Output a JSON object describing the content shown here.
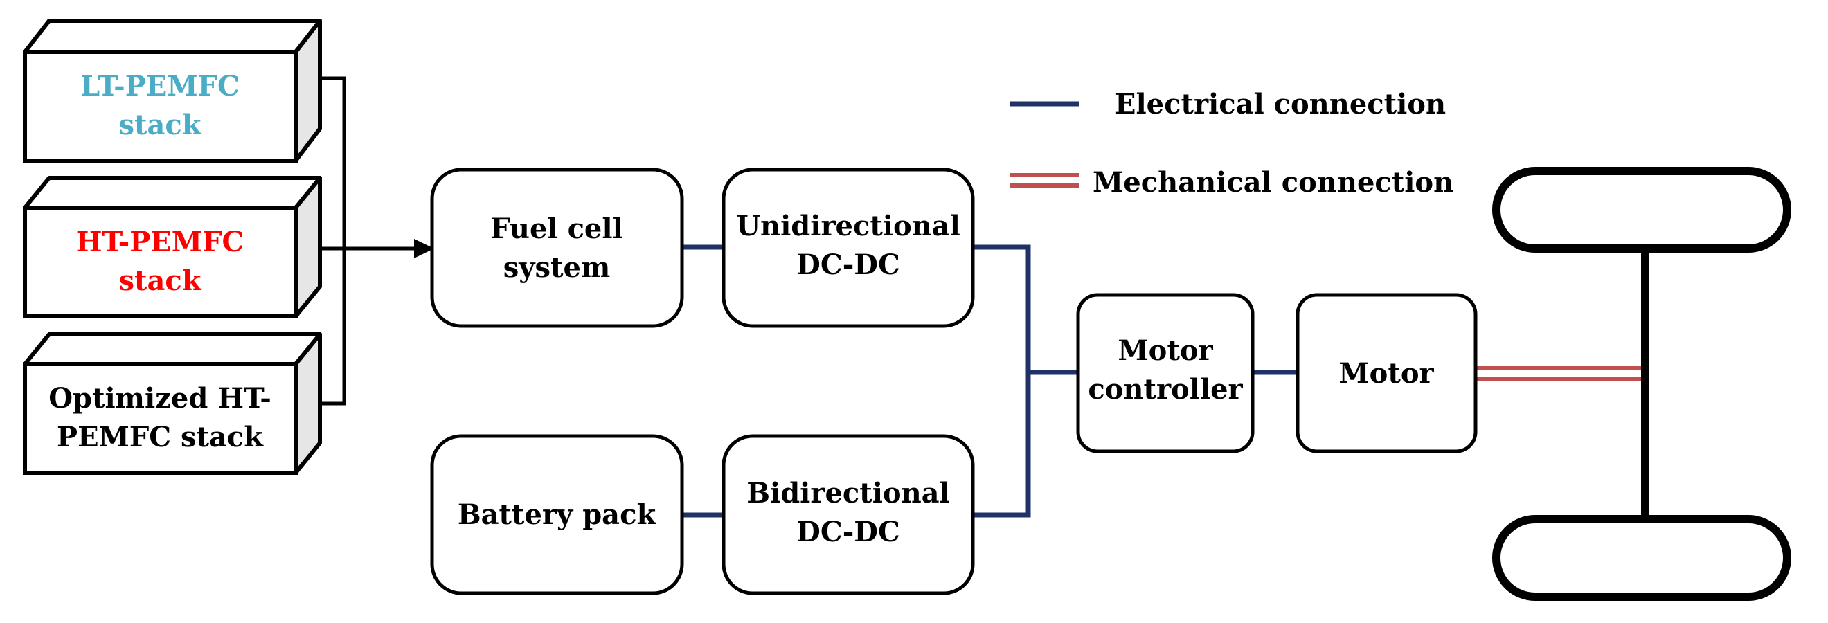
{
  "stacks": [
    {
      "line1": "LT-PEMFC",
      "line2": "stack",
      "color": "#4bacc6"
    },
    {
      "line1": "HT-PEMFC",
      "line2": "stack",
      "color": "#ff0000"
    },
    {
      "line1": "Optimized HT-",
      "line2": "PEMFC stack",
      "color": "#000000"
    }
  ],
  "blocks": {
    "fuel_cell": {
      "line1": "Fuel cell",
      "line2": "system"
    },
    "uni_dcdc": {
      "line1": "Unidirectional",
      "line2": "DC-DC"
    },
    "battery": {
      "line1": "Battery pack"
    },
    "bi_dcdc": {
      "line1": "Bidirectional",
      "line2": "DC-DC"
    },
    "motor_controller": {
      "line1": "Motor",
      "line2": "controller"
    },
    "motor": {
      "line1": "Motor"
    }
  },
  "legend": {
    "electrical": "Electrical connection",
    "mechanical": "Mechanical connection"
  },
  "colors": {
    "electrical": "#1f3167",
    "mechanical": "#c0504d",
    "stack_side": "#e6e6e6"
  }
}
